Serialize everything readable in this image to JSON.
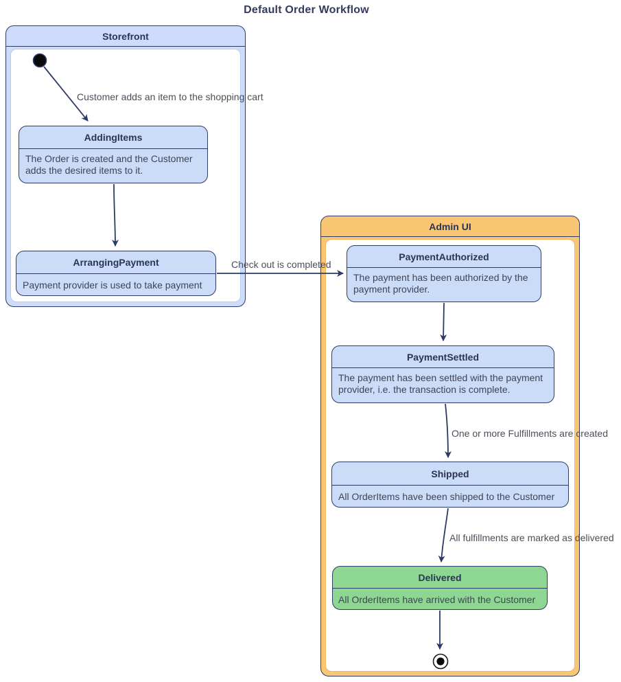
{
  "diagram": {
    "title": "Default Order Workflow",
    "type": "uml-state-diagram",
    "colors": {
      "state_fill": "#cbdcf9",
      "storefront_header_fill": "#ccdcfa",
      "admin_header_fill": "#f9c674",
      "delivered_fill": "#8ed792",
      "border": "#2e3a63",
      "edge": "#2c3a66",
      "state_title_text": "#2b3356",
      "body_text": "#3f4455",
      "label_text": "#4b4e5a"
    },
    "containers": [
      {
        "id": "storefront",
        "label": "Storefront"
      },
      {
        "id": "admin-ui",
        "label": "Admin UI"
      }
    ],
    "states": [
      {
        "id": "AddingItems",
        "title": "AddingItems",
        "description": "The Order is created and the Customer adds the desired items to it.",
        "container": "storefront"
      },
      {
        "id": "ArrangingPayment",
        "title": "ArrangingPayment",
        "description": "Payment provider is used to take payment",
        "container": "storefront"
      },
      {
        "id": "PaymentAuthorized",
        "title": "PaymentAuthorized",
        "description": "The payment has been authorized by the payment provider.",
        "container": "admin-ui"
      },
      {
        "id": "PaymentSettled",
        "title": "PaymentSettled",
        "description": "The payment has been settled with the payment provider, i.e. the transaction is complete.",
        "container": "admin-ui"
      },
      {
        "id": "Shipped",
        "title": "Shipped",
        "description": "All OrderItems have been shipped to the Customer",
        "container": "admin-ui"
      },
      {
        "id": "Delivered",
        "title": "Delivered",
        "description": "All OrderItems have arrived with the Customer",
        "container": "admin-ui"
      }
    ],
    "transitions": [
      {
        "from": "initial",
        "to": "AddingItems",
        "label": "Customer adds an item to the shopping cart"
      },
      {
        "from": "AddingItems",
        "to": "ArrangingPayment",
        "label": ""
      },
      {
        "from": "ArrangingPayment",
        "to": "PaymentAuthorized",
        "label": "Check out is completed"
      },
      {
        "from": "PaymentAuthorized",
        "to": "PaymentSettled",
        "label": ""
      },
      {
        "from": "PaymentSettled",
        "to": "Shipped",
        "label": "One or more Fulfillments are created"
      },
      {
        "from": "Shipped",
        "to": "Delivered",
        "label": "All fulfillments are marked as delivered"
      },
      {
        "from": "Delivered",
        "to": "final",
        "label": ""
      }
    ]
  }
}
